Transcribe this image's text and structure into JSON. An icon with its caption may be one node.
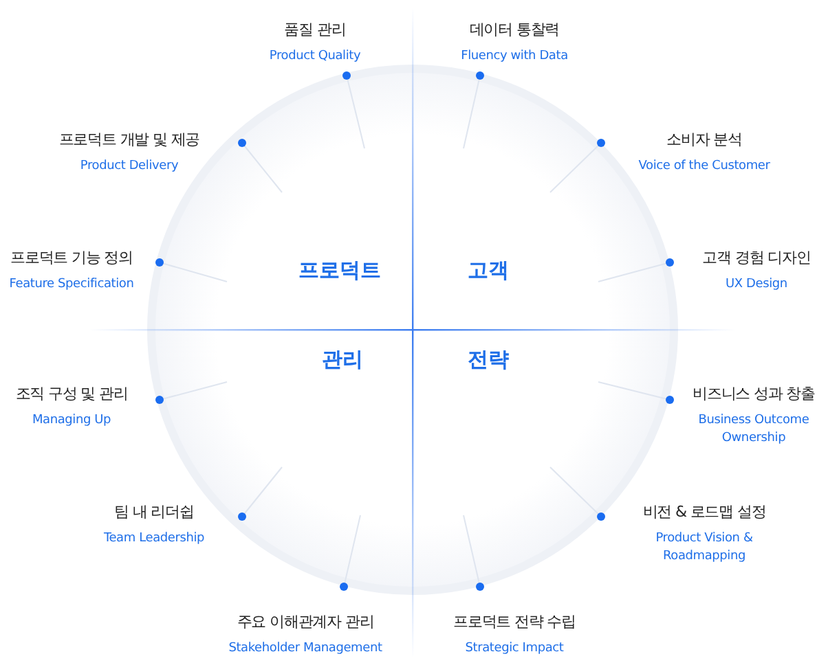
{
  "diagram": {
    "nodes": [
      {
        "text": [
          "품질 관리",
          "Product Quality"
        ]
      },
      {
        "text": [
          "데이터 통찰력",
          "Fluency with Data"
        ]
      },
      {
        "text": [
          "프로덕트 개발 및 제공",
          "Product Delivery"
        ]
      },
      {
        "text": [
          "소비자 분석",
          "Voice of the Customer"
        ]
      },
      {
        "text": [
          "프로덕트 기능 정의",
          "Feature Specification"
        ]
      },
      {
        "text": [
          "고객 경험 디자인",
          "UX Design"
        ]
      },
      {
        "text": [
          "프로덕트"
        ]
      },
      {
        "text": [
          "고객"
        ]
      },
      {
        "text": [
          "관리"
        ]
      },
      {
        "text": [
          "전략"
        ]
      },
      {
        "text": [
          "조직 구성 및 관리",
          "Managing Up"
        ]
      },
      {
        "text": [
          "비즈니스 성과 창출",
          "Business Outcome Ownership"
        ]
      },
      {
        "text": [
          "팀 내 리더쉽",
          "Team Leadership"
        ]
      },
      {
        "text": [
          "비전 & 로드맵 설정",
          "Product Vision & Roadmapping"
        ]
      },
      {
        "text": [
          "주요 이해관계자 관리",
          "Stakeholder Management"
        ]
      },
      {
        "text": [
          "프로덕트 전략 수립",
          "Strategic Impact"
        ]
      }
    ],
    "edges": [
      {
        "from": 0,
        "to": null,
        "arrow": "other"
      },
      {
        "from": 1,
        "to": null,
        "arrow": "other"
      },
      {
        "from": 2,
        "to": null,
        "arrow": "other"
      },
      {
        "from": 3,
        "to": null,
        "arrow": "other"
      },
      {
        "from": 4,
        "to": null,
        "arrow": "other"
      },
      {
        "from": 5,
        "to": null,
        "arrow": "other"
      },
      {
        "from": 10,
        "to": null,
        "arrow": "other"
      },
      {
        "from": 11,
        "to": null,
        "arrow": "other"
      },
      {
        "from": 12,
        "to": null,
        "arrow": "other"
      },
      {
        "from": 13,
        "to": null,
        "arrow": "other"
      },
      {
        "from": 14,
        "to": null,
        "arrow": "other"
      },
      {
        "from": 15,
        "to": null,
        "arrow": "other"
      }
    ]
  }
}
